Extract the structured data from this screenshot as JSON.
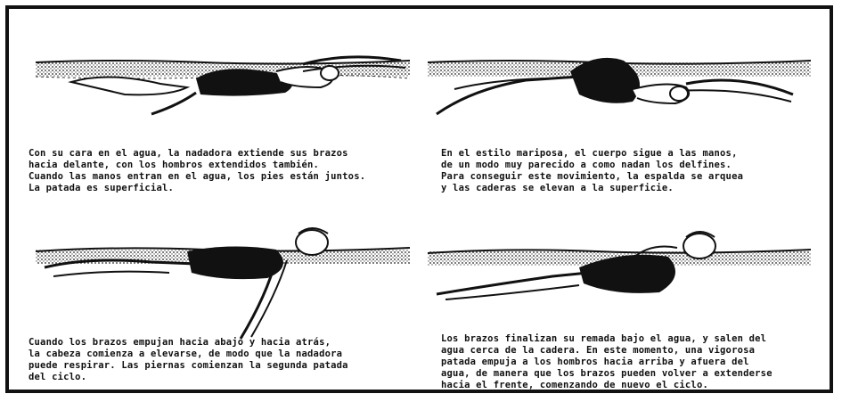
{
  "panels": [
    {
      "caption": "Con su cara en el agua, la nadadora extiende sus brazos\nhacia delante, con los hombros extendidos también.\nCuando las manos entran en el agua, los pies están juntos.\nLa patada es superficial."
    },
    {
      "caption": "En el estilo mariposa, el cuerpo sigue a las manos,\nde un modo muy parecido a como nadan los delfines.\nPara conseguir este movimiento, la espalda se arquea\ny las caderas se elevan a la superficie."
    },
    {
      "caption": "Cuando los brazos empujan hacia abajo y hacia atrás,\nla cabeza comienza a elevarse, de modo que la nadadora\npuede respirar. Las piernas comienzan la segunda patada\ndel ciclo."
    },
    {
      "caption": "Los brazos finalizan su remada bajo el agua, y salen del\nagua cerca de la cadera. En este momento, una vigorosa\npatada empuja a los hombros hacia arriba y afuera del\nagua, de manera que los brazos pueden volver a extenderse\nhacia el frente, comenzando de nuevo el ciclo."
    }
  ]
}
